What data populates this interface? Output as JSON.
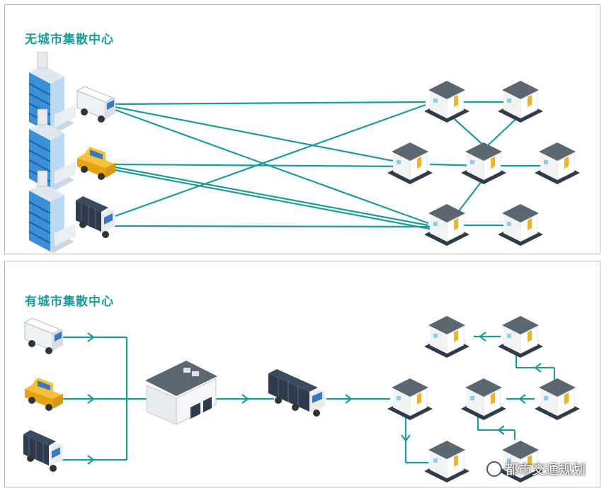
{
  "top_panel": {
    "title": "无城市集散中心"
  },
  "bottom_panel": {
    "title": "有城市集散中心"
  },
  "watermark": {
    "text": "都市交通规划"
  },
  "colors": {
    "line": "#1f9a9a",
    "title": "#1b9a9a",
    "building_blue": "#3a8fd6",
    "house_roof": "#5d6770",
    "house_door": "#f0b42c",
    "truck_dark": "#2d3b4c",
    "taxi": "#f2b31a",
    "van": "#e9ecef"
  },
  "icons": [
    "office-building-icon",
    "van-icon",
    "taxi-icon",
    "cargo-truck-icon",
    "house-icon",
    "distribution-center-icon",
    "wechat-icon"
  ]
}
